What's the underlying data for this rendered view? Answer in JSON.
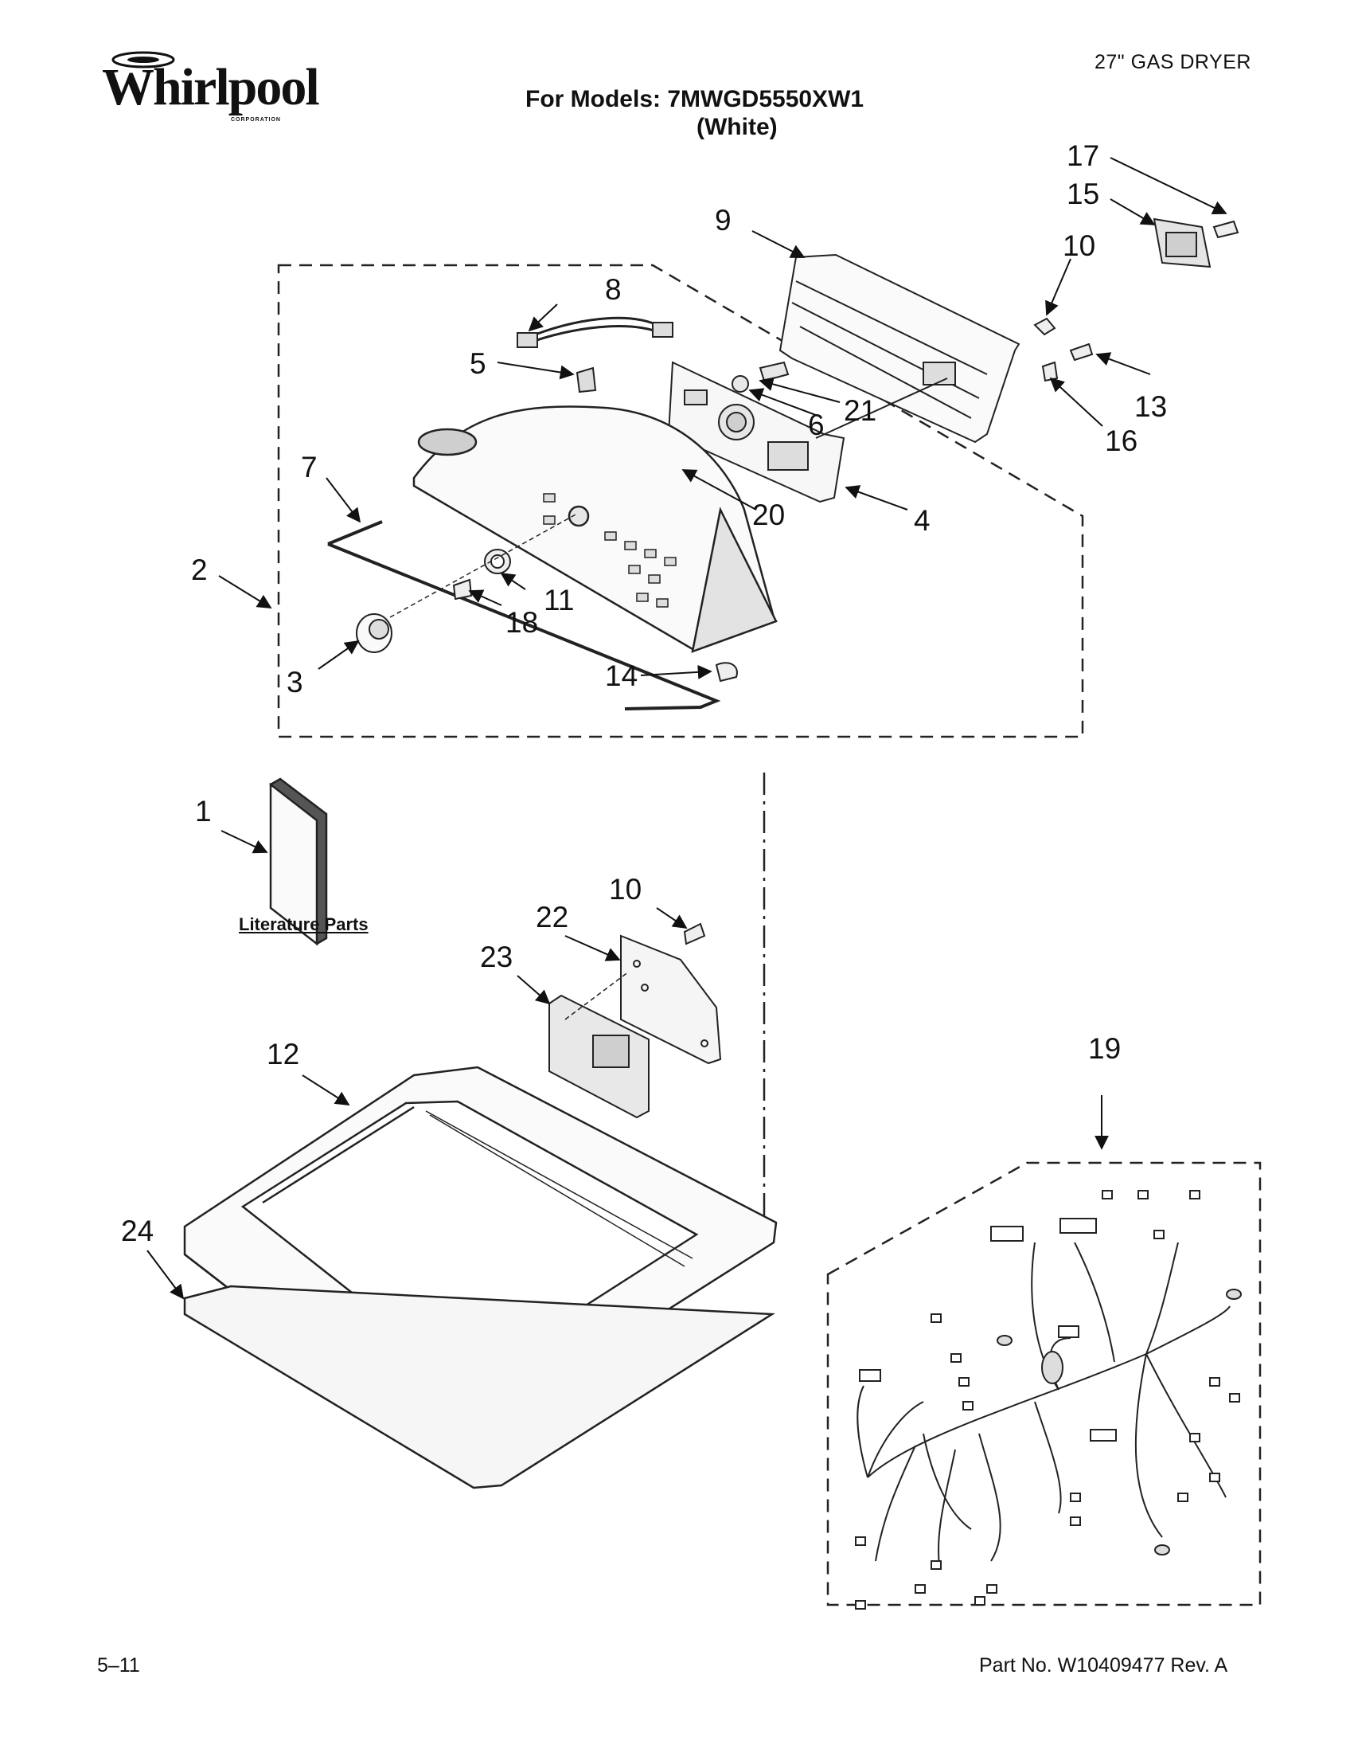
{
  "header": {
    "brand": "Whirlpool",
    "brand_sub": "CORPORATION",
    "title": "For Models: 7MWGD5550XW1",
    "subtitle": "(White)",
    "product": "27\" GAS DRYER"
  },
  "callouts": {
    "c1": "1",
    "c2": "2",
    "c3": "3",
    "c4": "4",
    "c5": "5",
    "c6": "6",
    "c7": "7",
    "c8": "8",
    "c9": "9",
    "c10a": "10",
    "c10b": "10",
    "c11": "11",
    "c12": "12",
    "c13": "13",
    "c14": "14",
    "c15": "15",
    "c16": "16",
    "c17": "17",
    "c18": "18",
    "c19": "19",
    "c20": "20",
    "c21": "21",
    "c22": "22",
    "c23": "23",
    "c24": "24"
  },
  "literature_label": "Literature Parts",
  "footer": {
    "page": "5–11",
    "part_no": "Part No. W10409477 Rev. A"
  },
  "colors": {
    "line": "#222222",
    "panel_fill": "#f4f4f4",
    "dark_fill": "#cfcfcf"
  }
}
